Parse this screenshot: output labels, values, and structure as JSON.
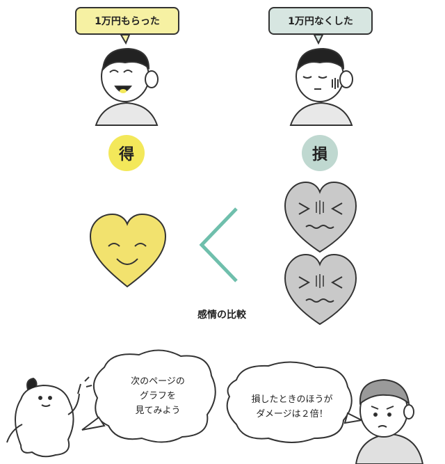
{
  "gain": {
    "bubble": "1万円もらった",
    "label": "得"
  },
  "loss": {
    "bubble": "1万円なくした",
    "label": "損"
  },
  "comparison_caption": "感情の比較",
  "speech_left": {
    "lines": [
      "次のページの",
      "グラフを",
      "見てみよう"
    ]
  },
  "speech_right": {
    "lines": [
      "損したときのほうが",
      "ダメージは２倍！"
    ]
  },
  "colors": {
    "gain_bubble": "#f6f1a3",
    "loss_bubble": "#d7e6e1",
    "gain_circle": "#f3e85a",
    "loss_circle": "#bfd8d0",
    "happy_heart": "#f2e26e",
    "sad_heart": "#c9c9c9",
    "less_than_sign": "#6fbfac"
  },
  "icons": {
    "gain_person": "laughing-boy-icon",
    "loss_person": "sad-boy-icon",
    "happy_heart": "smiling-heart-icon",
    "sad_heart": "crying-heart-icon",
    "mascot": "ghost-mascot-icon",
    "worried_person": "worried-man-icon"
  }
}
